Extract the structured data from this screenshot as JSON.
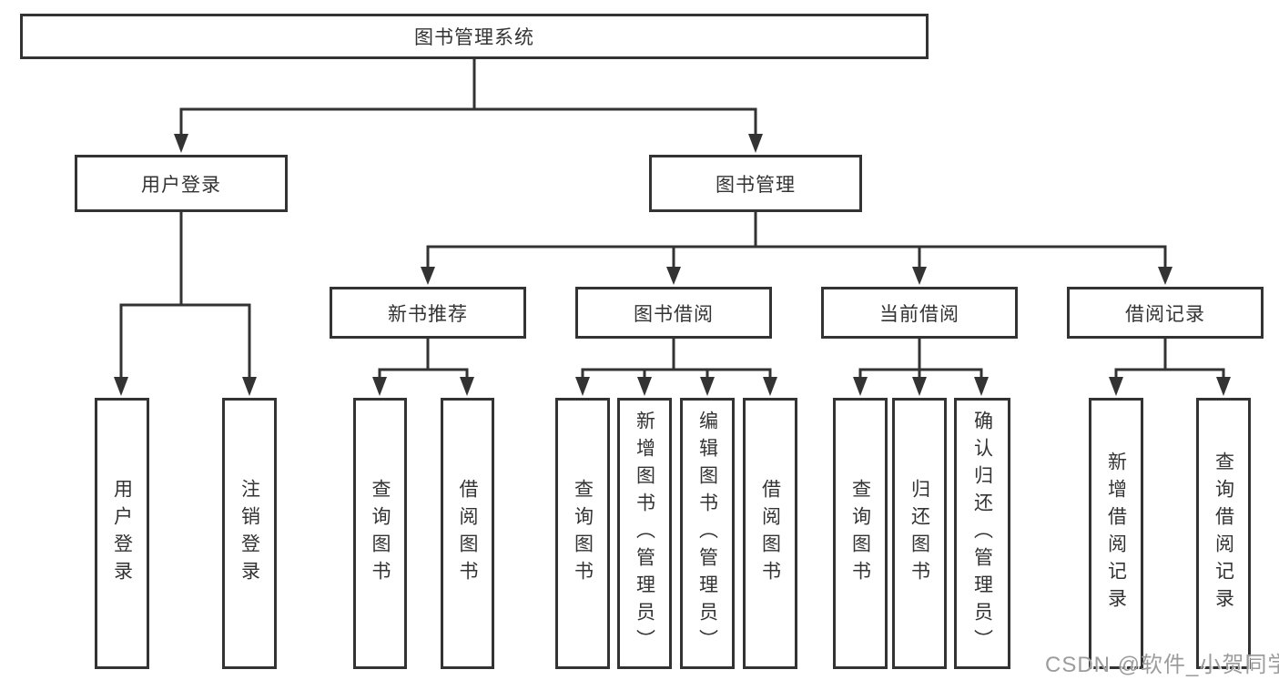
{
  "colors": {
    "background": "#ffffff",
    "line": "#333333",
    "box_border": "#333333",
    "text": "#333333",
    "watermark": "#9c9c9c"
  },
  "diagram": {
    "type": "hierarchy-tree",
    "root": {
      "label": "图书管理系统"
    },
    "level2": [
      {
        "label": "用户登录",
        "parent": "图书管理系统"
      },
      {
        "label": "图书管理",
        "parent": "图书管理系统"
      }
    ],
    "level3": [
      {
        "label": "新书推荐",
        "parent": "图书管理"
      },
      {
        "label": "图书借阅",
        "parent": "图书管理"
      },
      {
        "label": "当前借阅",
        "parent": "图书管理"
      },
      {
        "label": "借阅记录",
        "parent": "图书管理"
      }
    ],
    "leaves": [
      {
        "label": "用户登录",
        "parent": "用户登录"
      },
      {
        "label": "注销登录",
        "parent": "用户登录"
      },
      {
        "label": "查询图书",
        "parent": "新书推荐"
      },
      {
        "label": "借阅图书",
        "parent": "新书推荐"
      },
      {
        "label": "查询图书",
        "parent": "图书借阅"
      },
      {
        "label": "新增图书（管理员）",
        "parent": "图书借阅"
      },
      {
        "label": "编辑图书（管理员）",
        "parent": "图书借阅"
      },
      {
        "label": "借阅图书",
        "parent": "图书借阅"
      },
      {
        "label": "查询图书",
        "parent": "当前借阅"
      },
      {
        "label": "归还图书",
        "parent": "当前借阅"
      },
      {
        "label": "确认归还（管理员）",
        "parent": "当前借阅"
      },
      {
        "label": "新增借阅记录",
        "parent": "借阅记录"
      },
      {
        "label": "查询借阅记录",
        "parent": "借阅记录"
      }
    ]
  },
  "watermark": {
    "text": "CSDN @软件_小贺同学"
  }
}
